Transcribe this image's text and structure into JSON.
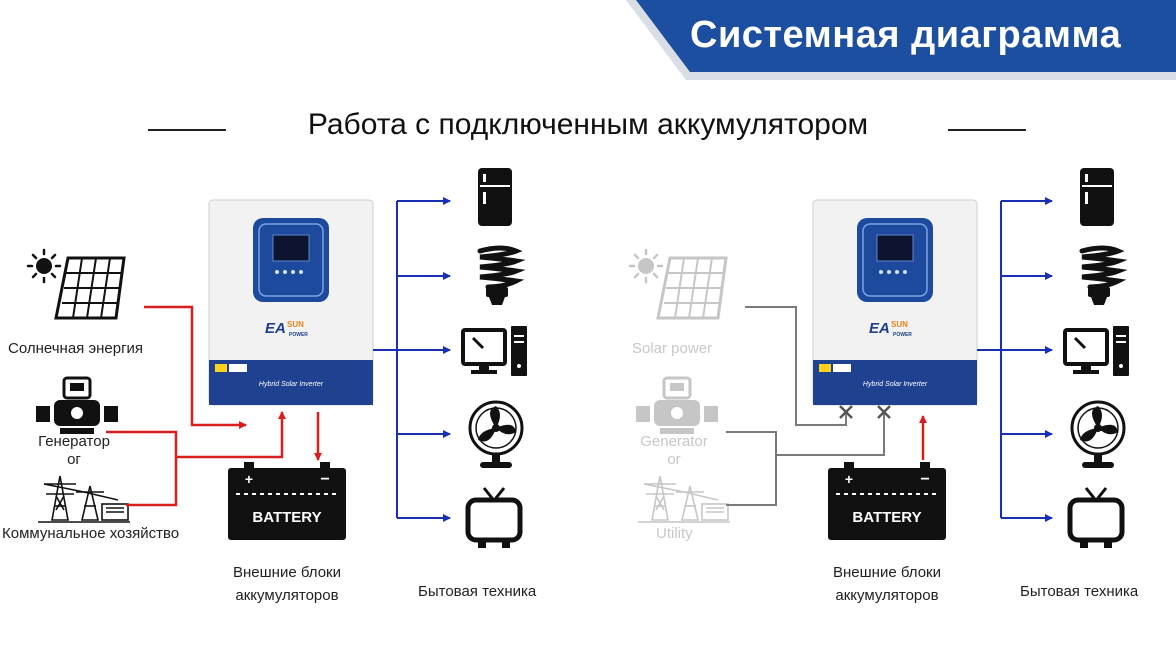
{
  "header": {
    "title": "Системная диаграмма"
  },
  "subtitle": "Работа с подключенным аккумулятором",
  "left_panel": {
    "solar_label": "Солнечная энергия",
    "generator_label_line1": "Генератор",
    "generator_label_line2": "ог",
    "utility_label": "Коммунальное хозяйство",
    "battery_caption_line1": "Внешние блоки",
    "battery_caption_line2": "аккумуляторов",
    "appliances_label": "Бытовая техника"
  },
  "right_panel": {
    "solar_label": "Solar power",
    "generator_label_line1": "Generator",
    "generator_label_line2": "or",
    "utility_label": "Utility",
    "battery_caption_line1": "Внешние блоки",
    "battery_caption_line2": "аккумуляторов",
    "appliances_label": "Бытовая техника"
  },
  "inverter": {
    "brand_main": "EA",
    "brand_sun": "SUN",
    "brand_power": "POWER",
    "model": "Hybrid Solar Inverter"
  },
  "battery": {
    "label": "BATTERY"
  },
  "colors": {
    "banner_blue": "#1d4fa0",
    "ac_line_red": "#d81e1e",
    "load_line_blue": "#1a2fb8",
    "inactive_gray": "#7a7a7a"
  }
}
